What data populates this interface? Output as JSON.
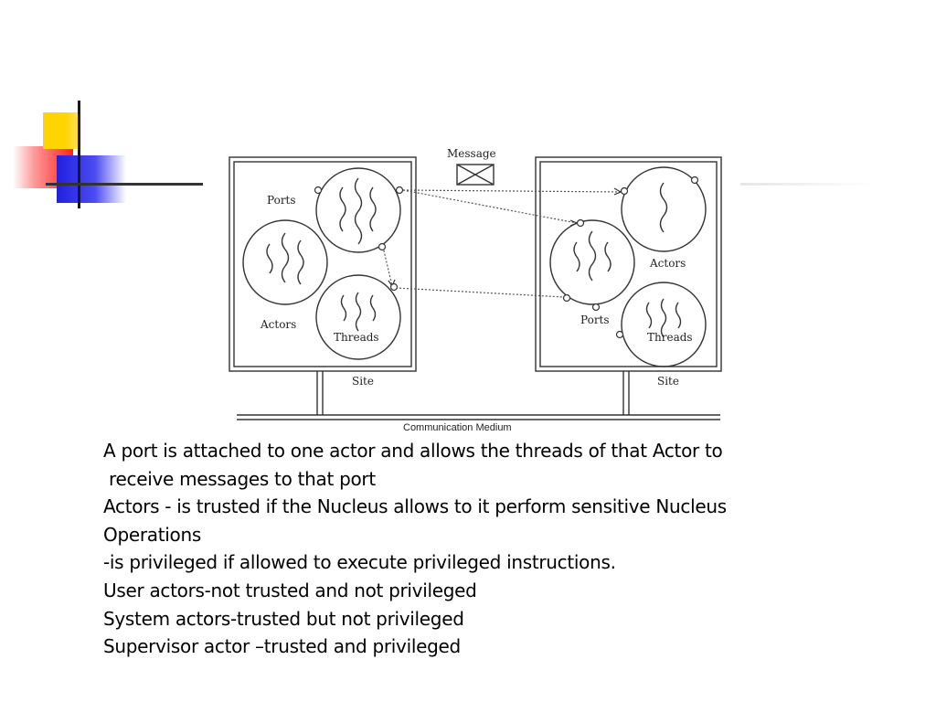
{
  "diagram": {
    "message_label": "Message",
    "left_site": {
      "ports_label": "Ports",
      "actors_label": "Actors",
      "threads_label": "Threads",
      "site_label": "Site"
    },
    "right_site": {
      "actors_label": "Actors",
      "ports_label": "Ports",
      "threads_label": "Threads",
      "site_label": "Site"
    },
    "medium_label": "Communication Medium"
  },
  "body_lines": [
    "A port is attached to one actor and allows the threads of that Actor to",
    " receive messages to that port",
    "Actors - is trusted if the Nucleus allows to it perform sensitive Nucleus",
    "Operations",
    "-is privileged if allowed to execute privileged instructions.",
    "User actors-not trusted and not privileged",
    "System actors-trusted but not privileged",
    "Supervisor actor –trusted and privileged"
  ]
}
